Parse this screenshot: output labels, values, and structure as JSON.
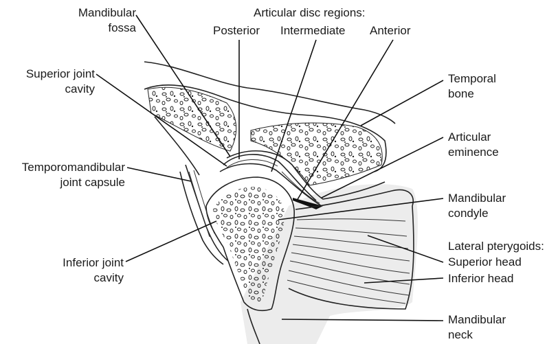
{
  "labels": {
    "mandibular_fossa": [
      "Mandibular",
      "fossa"
    ],
    "disc_regions_title": "Articular disc regions:",
    "disc_posterior": "Posterior",
    "disc_intermediate": "Intermediate",
    "disc_anterior": "Anterior",
    "superior_joint_cavity": [
      "Superior joint",
      "cavity"
    ],
    "temporal_bone": [
      "Temporal",
      "bone"
    ],
    "articular_eminence": [
      "Articular",
      "eminence"
    ],
    "tmj_capsule": [
      "Temporomandibular",
      "joint capsule"
    ],
    "mandibular_condyle": [
      "Mandibular",
      "condyle"
    ],
    "lateral_pterygoids": "Lateral pterygoids:",
    "superior_head": "Superior head",
    "inferior_head": "Inferior head",
    "inferior_joint_cavity": [
      "Inferior joint",
      "cavity"
    ],
    "mandibular_neck": [
      "Mandibular",
      "neck"
    ]
  },
  "colors": {
    "line": "#111111",
    "shading": "#e8e8e8",
    "text": "#1a1a1a"
  }
}
